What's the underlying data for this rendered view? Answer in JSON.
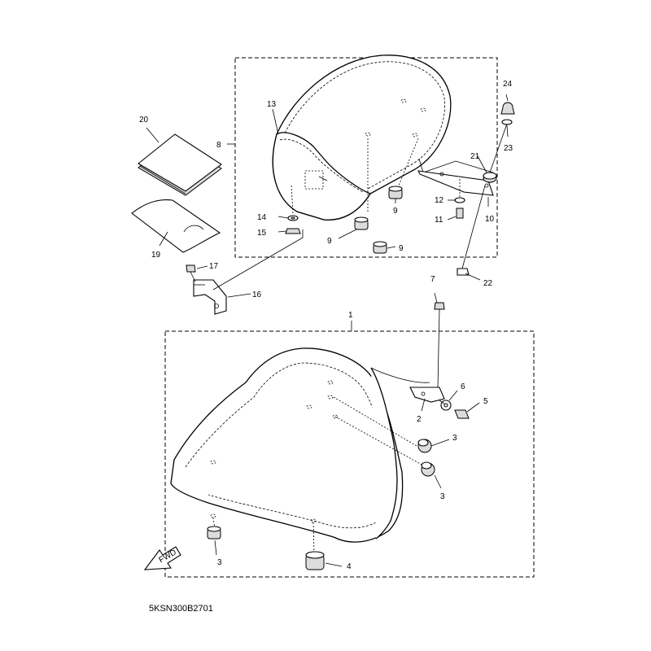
{
  "diagram": {
    "code": "5KSN300B2701",
    "fwd_label": "FWD",
    "callouts": [
      {
        "id": "c1",
        "label": "1"
      },
      {
        "id": "c2",
        "label": "2"
      },
      {
        "id": "c3a",
        "label": "3"
      },
      {
        "id": "c3b",
        "label": "3"
      },
      {
        "id": "c3c",
        "label": "3"
      },
      {
        "id": "c4",
        "label": "4"
      },
      {
        "id": "c5",
        "label": "5"
      },
      {
        "id": "c6",
        "label": "6"
      },
      {
        "id": "c7",
        "label": "7"
      },
      {
        "id": "c8",
        "label": "8"
      },
      {
        "id": "c9a",
        "label": "9"
      },
      {
        "id": "c9b",
        "label": "9"
      },
      {
        "id": "c9c",
        "label": "9"
      },
      {
        "id": "c10",
        "label": "10"
      },
      {
        "id": "c11",
        "label": "11"
      },
      {
        "id": "c12",
        "label": "12"
      },
      {
        "id": "c13",
        "label": "13"
      },
      {
        "id": "c14",
        "label": "14"
      },
      {
        "id": "c15",
        "label": "15"
      },
      {
        "id": "c16",
        "label": "16"
      },
      {
        "id": "c17",
        "label": "17"
      },
      {
        "id": "c19",
        "label": "19"
      },
      {
        "id": "c20",
        "label": "20"
      },
      {
        "id": "c21",
        "label": "21"
      },
      {
        "id": "c22",
        "label": "22"
      },
      {
        "id": "c23",
        "label": "23"
      },
      {
        "id": "c24",
        "label": "24"
      }
    ]
  }
}
